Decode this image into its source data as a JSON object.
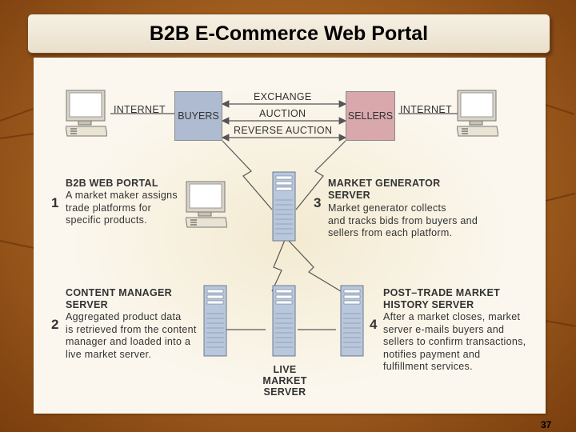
{
  "title": "B2B E-Commerce Web Portal",
  "page_number": "37",
  "center_labels": [
    "EXCHANGE",
    "AUCTION",
    "REVERSE AUCTION"
  ],
  "internet_left": "INTERNET",
  "internet_right": "INTERNET",
  "buyers": "BUYERS",
  "sellers": "SELLERS",
  "colors": {
    "buyers_box": "#aebbd0",
    "sellers_box": "#d9a8ad",
    "server": "#b9c7dc"
  },
  "sections": [
    {
      "number": "1",
      "heading": "B2B WEB PORTAL",
      "lines": [
        "A market maker assigns",
        "trade platforms for",
        "specific products."
      ]
    },
    {
      "number": "2",
      "heading": "CONTENT MANAGER",
      "heading2": "SERVER",
      "lines": [
        "Aggregated product data",
        "is retrieved from the content",
        "manager and loaded into a",
        "live market server."
      ]
    },
    {
      "number": "3",
      "heading": "MARKET GENERATOR",
      "heading2": "SERVER",
      "lines": [
        "Market generator collects",
        "and tracks bids from buyers and",
        "sellers from each platform."
      ]
    },
    {
      "number": "4",
      "heading": "POST–TRADE MARKET",
      "heading2": "HISTORY SERVER",
      "lines": [
        "After a market closes, market",
        "server e-mails buyers and",
        "sellers to confirm transactions,",
        "notifies payment and",
        "fulfillment services."
      ]
    }
  ],
  "live_market": [
    "LIVE MARKET",
    "SERVER"
  ]
}
